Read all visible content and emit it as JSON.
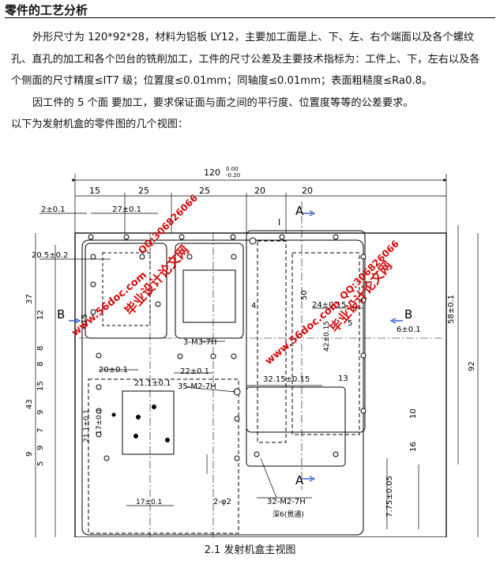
{
  "document": {
    "heading": "零件的工艺分析",
    "paragraphs": [
      "外形尺寸为 120*92*28，材料为铝板 LY12，主要加工面是上、下、左、右个端面以及各个螺纹孔、直孔的加工和各个凹台的铣削加工，工件的尺寸公差及主要技术指标为：工件上、下，左右以及各个侧面的尺寸精度≤IT7 级；位置度≤0.01mm；同轴度≤0.01mm；表面粗糙度≤Ra0.8。",
      "因工件的 5 个面 要加工，要求保证面与面之间的平行度、位置度等等的公差要求。",
      "以下为发射机盒的零件图的几个视图："
    ],
    "caption": "2.1 发射机盒主视图"
  },
  "drawing": {
    "top_dims": [
      "120",
      "0.00",
      "-0.20",
      "15",
      "25",
      "25",
      "20",
      "20"
    ],
    "callouts": [
      "2±0.1",
      "27±0.1",
      "20.5±0.2",
      "3-M3-7H",
      "20±0.1",
      "22±0.1",
      "21.1±0.1",
      "35-M2-7H",
      "2-φ2",
      "17±0.1",
      "32-M2-7H",
      "深6(贯通)",
      "24±0.15",
      "32.15±0.15",
      "6±0.1",
      "42±0.15",
      "50",
      "13",
      "4",
      "5"
    ],
    "left_dims": [
      "37",
      "12",
      "8",
      "8",
      "15",
      "43",
      "9",
      "7",
      "9",
      "9",
      "5",
      "15",
      "17±0.1",
      "21.1±0.1"
    ],
    "right_dims": [
      "58±0.1",
      "92",
      "10",
      "16",
      "7.75±0.05"
    ],
    "section_labels": [
      "A",
      "A",
      "B",
      "B",
      "I"
    ],
    "watermarks": [
      "毕业设计论文网",
      "www.56doc.com",
      "QQ:306826066"
    ]
  }
}
